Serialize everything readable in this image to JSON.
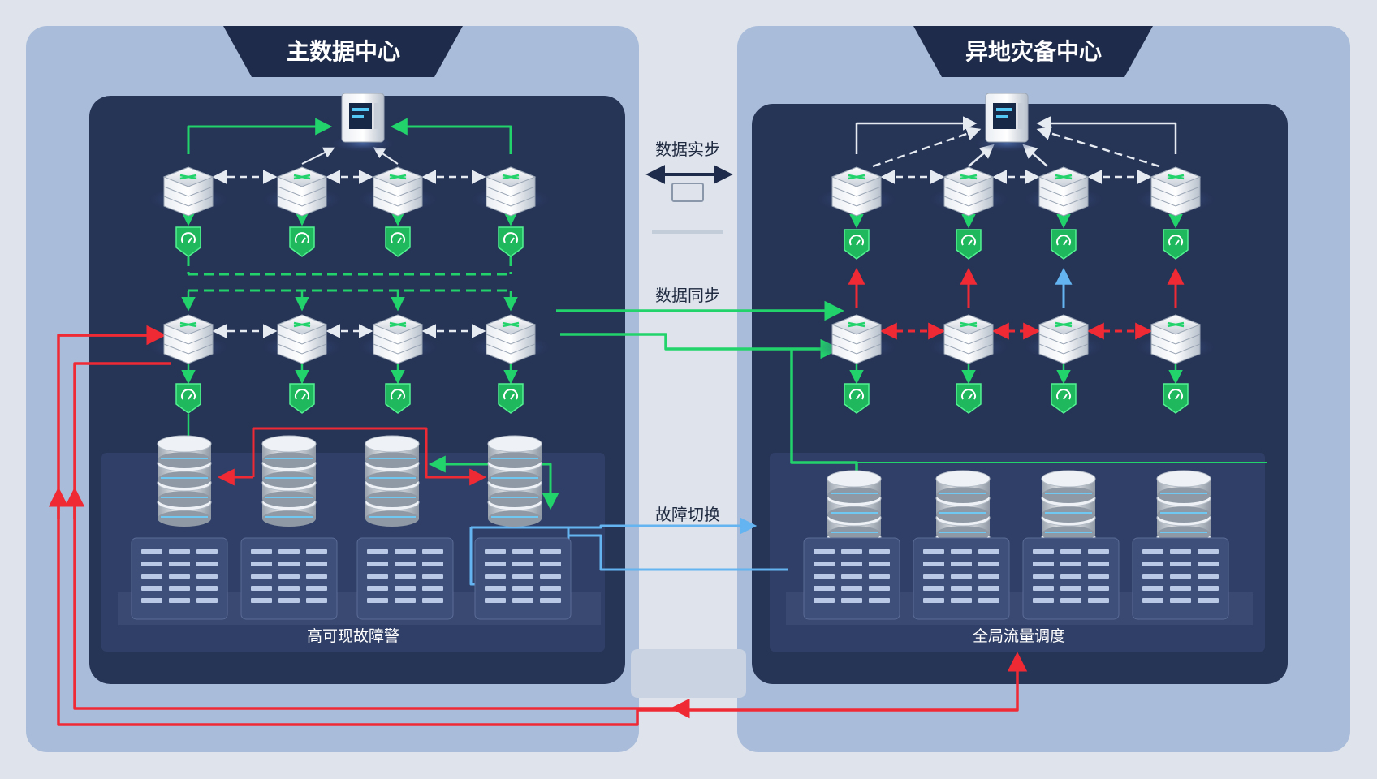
{
  "panels": {
    "primary": {
      "title": "主数据中心",
      "footer": "高可现故障警"
    },
    "backup": {
      "title": "异地灾备中心",
      "footer": "全局流量调度"
    }
  },
  "center_labels": {
    "top": "数据实步",
    "sync": "数据同步",
    "failover": "故障切换"
  },
  "colors": {
    "panel_outer": "#a9bcd9",
    "panel_inner": "#263456",
    "title_tab": "#1f2b4a",
    "green": "#22d36b",
    "red": "#ef2a35",
    "blue": "#63b4f0",
    "white_dash": "#e6ebf2"
  }
}
